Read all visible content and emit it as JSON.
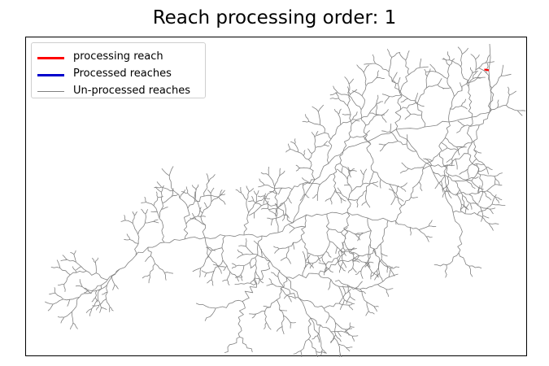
{
  "chart_data": {
    "type": "line",
    "title": "Reach processing order: 1",
    "xlabel": "",
    "ylabel": "",
    "grid": false,
    "ticks": "none",
    "legend_placement": "upper-left",
    "series": [
      {
        "name": "processing reach",
        "color": "#ff0000"
      },
      {
        "name": "Processed reaches",
        "color": "#0000cc"
      },
      {
        "name": "Un-processed reaches",
        "color": "#808080"
      }
    ]
  }
}
